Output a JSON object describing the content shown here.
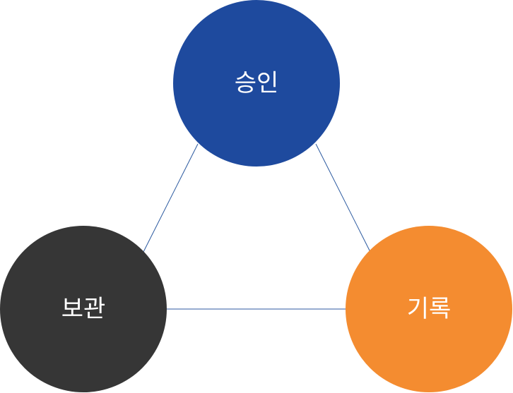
{
  "diagram": {
    "nodes": [
      {
        "id": "approval",
        "label": "승인",
        "color": "#1e4a9e"
      },
      {
        "id": "record",
        "label": "기록",
        "color": "#f48c30"
      },
      {
        "id": "storage",
        "label": "보관",
        "color": "#363636"
      }
    ],
    "edges": [
      {
        "from": "approval",
        "to": "storage"
      },
      {
        "from": "approval",
        "to": "record"
      },
      {
        "from": "storage",
        "to": "record"
      }
    ],
    "edge_color": "#2c5aa0"
  }
}
